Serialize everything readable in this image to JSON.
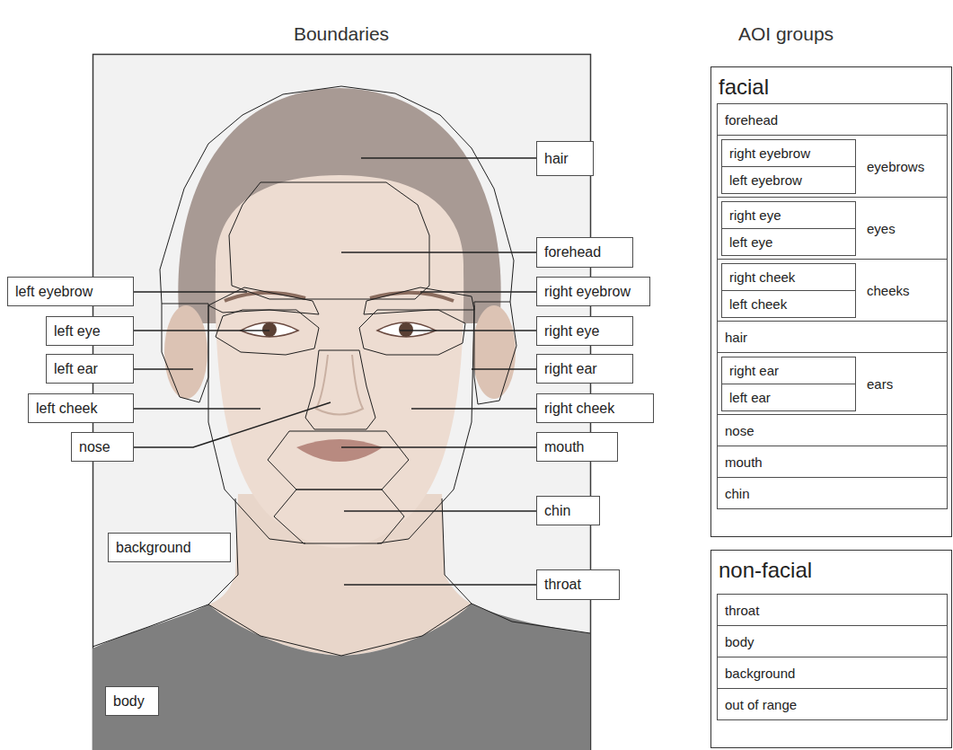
{
  "diagram": {
    "nodes": [
      {
        "text": [
          "hair"
        ]
      },
      {
        "text": [
          "forehead"
        ]
      },
      {
        "text": [
          "left eyebrow"
        ]
      },
      {
        "text": [
          "right eyebrow"
        ]
      },
      {
        "text": [
          "left eye"
        ]
      },
      {
        "text": [
          "right eye"
        ]
      },
      {
        "text": [
          "left ear"
        ]
      },
      {
        "text": [
          "right ear"
        ]
      },
      {
        "text": [
          "left cheek"
        ]
      },
      {
        "text": [
          "right cheek"
        ]
      },
      {
        "text": [
          "nose"
        ]
      },
      {
        "text": [
          "mouth"
        ]
      },
      {
        "text": [
          "chin"
        ]
      },
      {
        "text": [
          "background"
        ]
      },
      {
        "text": [
          "throat"
        ]
      },
      {
        "text": [
          "body"
        ]
      },
      {
        "text": [
          "facial"
        ]
      },
      {
        "text": [
          "forehead"
        ],
        "in": 16
      },
      {
        "text": [
          "eyebrows"
        ],
        "in": 16
      },
      {
        "text": [
          "right eyebrow"
        ],
        "in": 18
      },
      {
        "text": [
          "left eyebrow"
        ],
        "in": 18
      },
      {
        "text": [
          "eyes"
        ],
        "in": 16
      },
      {
        "text": [
          "right eye"
        ],
        "in": 21
      },
      {
        "text": [
          "left eye"
        ],
        "in": 21
      },
      {
        "text": [
          "cheeks"
        ],
        "in": 16
      },
      {
        "text": [
          "right cheek"
        ],
        "in": 24
      },
      {
        "text": [
          "left cheek"
        ],
        "in": 24
      },
      {
        "text": [
          "hair"
        ],
        "in": 16
      },
      {
        "text": [
          "ears"
        ],
        "in": 16
      },
      {
        "text": [
          "right ear"
        ],
        "in": 28
      },
      {
        "text": [
          "left ear"
        ],
        "in": 28
      },
      {
        "text": [
          "nose"
        ],
        "in": 16
      },
      {
        "text": [
          "mouth"
        ],
        "in": 16
      },
      {
        "text": [
          "chin"
        ],
        "in": 16
      },
      {
        "text": [
          "non-facial"
        ]
      },
      {
        "text": [
          "throat"
        ],
        "in": 34
      },
      {
        "text": [
          "body"
        ],
        "in": 34
      },
      {
        "text": [
          "background"
        ],
        "in": 34
      },
      {
        "text": [
          "out of range"
        ],
        "in": 34
      }
    ],
    "labels": [
      "Boundaries",
      "AOI groups"
    ]
  }
}
